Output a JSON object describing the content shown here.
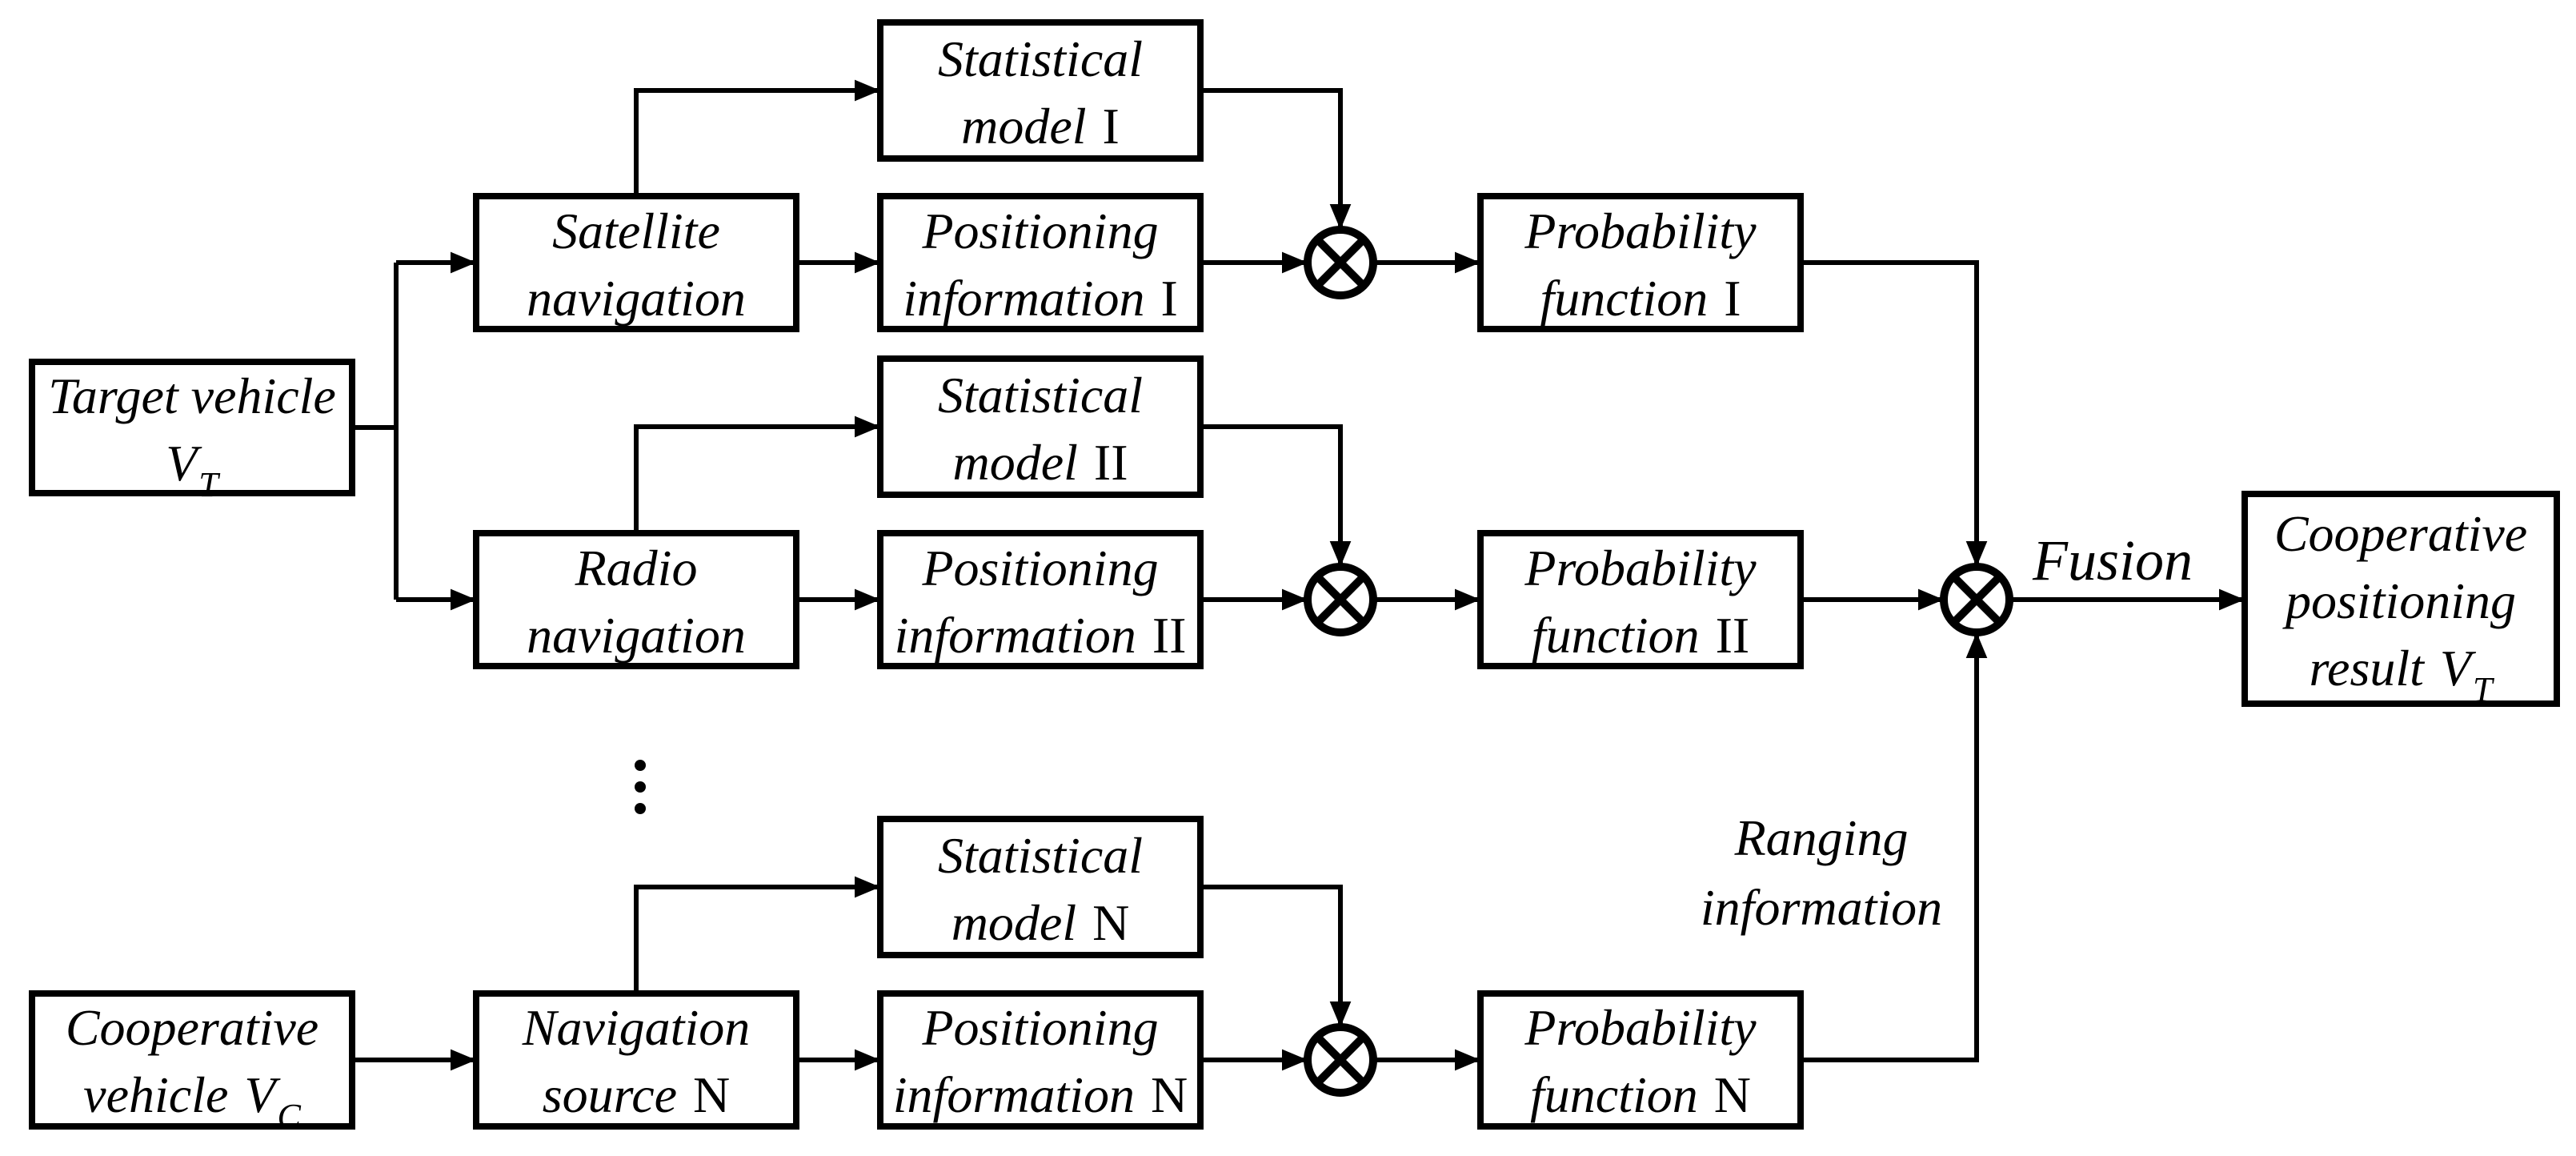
{
  "colors": {
    "outline": "#000000",
    "background": "#ffffff",
    "text": "#000000"
  },
  "boxes": {
    "target_vehicle": {
      "line1": "Target vehicle",
      "symbol": "V",
      "symbol_sub": "T"
    },
    "cooperative_vehicle": {
      "line1": "Cooperative",
      "line2": "vehicle",
      "symbol": "V",
      "symbol_sub": "C"
    },
    "satellite_navigation": {
      "line1": "Satellite",
      "line2": "navigation"
    },
    "radio_navigation": {
      "line1": "Radio",
      "line2": "navigation"
    },
    "navigation_source_n": {
      "line1": "Navigation",
      "line2": "source",
      "numeral": "N"
    },
    "statistical_model_1": {
      "line1": "Statistical",
      "line2": "model",
      "numeral": "I"
    },
    "statistical_model_2": {
      "line1": "Statistical",
      "line2": "model",
      "numeral": "II"
    },
    "statistical_model_n": {
      "line1": "Statistical",
      "line2": "model",
      "numeral": "N"
    },
    "positioning_information_1": {
      "line1": "Positioning",
      "line2": "information",
      "numeral": "I"
    },
    "positioning_information_2": {
      "line1": "Positioning",
      "line2": "information",
      "numeral": "II"
    },
    "positioning_information_n": {
      "line1": "Positioning",
      "line2": "information",
      "numeral": "N"
    },
    "probability_function_1": {
      "line1": "Probability",
      "line2": "function",
      "numeral": "I"
    },
    "probability_function_2": {
      "line1": "Probability",
      "line2": "function",
      "numeral": "II"
    },
    "probability_function_n": {
      "line1": "Probability",
      "line2": "function",
      "numeral": "N"
    },
    "cooperative_positioning_result": {
      "line1": "Cooperative",
      "line2": "positioning",
      "line3": "result",
      "symbol": "V",
      "symbol_sub": "T"
    }
  },
  "labels": {
    "fusion": "Fusion",
    "ranging_line1": "Ranging",
    "ranging_line2": "information"
  },
  "icons": {
    "multiplication_node": "circle with X (multiply / fusion operator)",
    "vertical_ellipsis": "three vertical dots"
  }
}
